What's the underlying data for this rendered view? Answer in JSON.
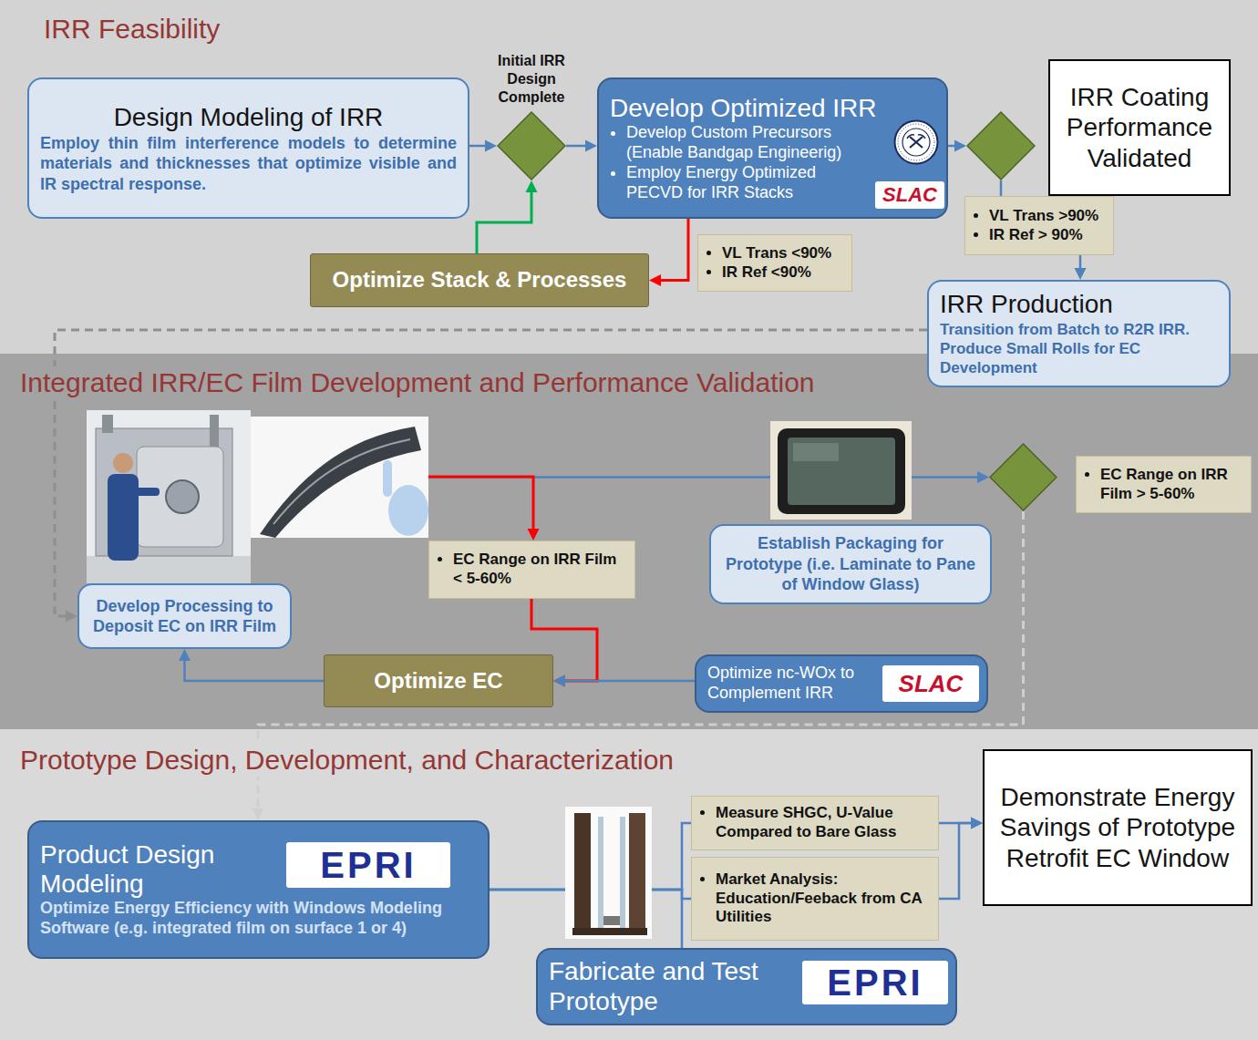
{
  "diagram": {
    "nodes": [
      {
        "text": [
          "IRR Feasibility"
        ]
      },
      {
        "text": [
          "Design Modeling of IRR",
          "Employ thin film interference models to determine materials and thicknesses that optimize visible and IR spectral response."
        ],
        "in": 0
      },
      {
        "text": [
          "Initial IRR Design Complete"
        ],
        "in": 0
      },
      {
        "text": [
          "Develop Optimized IRR",
          "Develop Custom Precursors (Enable Bandgap Engineerig)",
          "Employ Energy Optimized PECVD for IRR Stacks"
        ],
        "in": 0
      },
      {
        "text": [],
        "in": 0
      },
      {
        "text": [
          "IRR Coating Performance Validated"
        ],
        "in": 0
      },
      {
        "text": [
          "VL Trans <90%",
          "IR Ref <90%"
        ],
        "in": 0
      },
      {
        "text": [
          "Optimize Stack & Processes"
        ],
        "in": 0
      },
      {
        "text": [
          "VL Trans >90%",
          "IR Ref > 90%"
        ],
        "in": 0
      },
      {
        "text": [
          "IRR Production",
          "Transition from Batch to R2R IRR. Produce Small Rolls for EC Development"
        ],
        "in": 0
      },
      {
        "text": [
          "Integrated IRR/EC Film Development and Performance Validation"
        ]
      },
      {
        "text": [
          "Develop Processing to Deposit EC on IRR Film"
        ],
        "in": 10
      },
      {
        "text": [
          "EC Range on IRR Film < 5-60%"
        ],
        "in": 10
      },
      {
        "text": [
          "Establish Packaging for Prototype (i.e. Laminate to Pane of Window Glass)"
        ],
        "in": 10
      },
      {
        "text": [],
        "in": 10
      },
      {
        "text": [
          "EC Range on IRR Film > 5-60%"
        ],
        "in": 10
      },
      {
        "text": [
          "Optimize EC"
        ],
        "in": 10
      },
      {
        "text": [
          "Optimize nc-WOx to Complement IRR"
        ],
        "in": 10
      },
      {
        "text": [
          "Prototype Design, Development, and Characterization"
        ]
      },
      {
        "text": [
          "Product Design Modeling",
          "Optimize Energy Efficiency with Windows Modeling Software (e.g. integrated film on surface 1 or 4)"
        ],
        "in": 18
      },
      {
        "text": [
          "Measure SHGC, U-Value Compared to Bare Glass"
        ],
        "in": 18
      },
      {
        "text": [
          "Market Analysis: Education/Feeback from CA Utilities"
        ],
        "in": 18
      },
      {
        "text": [
          "Demonstrate Energy Savings of Prototype Retrofit EC Window"
        ],
        "in": 18
      },
      {
        "text": [
          "Fabricate and Test Prototype"
        ],
        "in": 18
      }
    ],
    "edges": [
      {
        "from": 1,
        "to": 2,
        "arrow": "to"
      },
      {
        "from": 2,
        "to": 3,
        "arrow": "to"
      },
      {
        "from": 3,
        "to": 4,
        "arrow": "to"
      },
      {
        "from": 3,
        "to": 7,
        "arrow": "to"
      },
      {
        "from": 7,
        "to": 2,
        "arrow": "to"
      },
      {
        "from": 4,
        "to": 8,
        "arrow": "none"
      },
      {
        "from": 8,
        "to": 9,
        "arrow": "to"
      },
      {
        "from": 9,
        "to": 11,
        "arrow": "to"
      },
      {
        "from": 11,
        "to": 14,
        "arrow": "to"
      },
      {
        "from": 11,
        "to": 12,
        "arrow": "to"
      },
      {
        "from": 12,
        "to": 16,
        "arrow": "to"
      },
      {
        "from": 17,
        "to": 16,
        "arrow": "to"
      },
      {
        "from": 16,
        "to": 11,
        "arrow": "to"
      },
      {
        "from": 14,
        "to": 19,
        "arrow": "to"
      },
      {
        "from": 19,
        "to": 20,
        "arrow": "none"
      },
      {
        "from": 19,
        "to": 21,
        "arrow": "none"
      },
      {
        "from": 19,
        "to": 23,
        "arrow": "none"
      },
      {
        "from": 20,
        "to": 22,
        "arrow": "to"
      },
      {
        "from": 21,
        "to": 22,
        "arrow": "to"
      }
    ],
    "labels": [
      "SLAC",
      "SLAC",
      "EPRI",
      "EPRI"
    ]
  }
}
